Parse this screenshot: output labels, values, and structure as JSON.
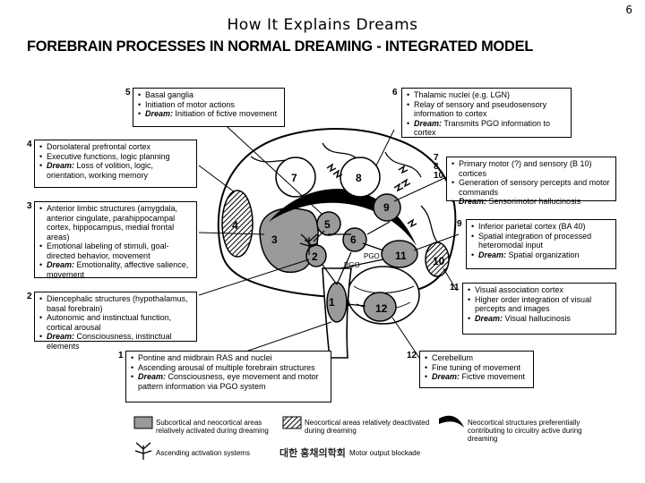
{
  "slide": {
    "title": "How It Explains Dreams",
    "page_number": "6"
  },
  "figure": {
    "title": "FOREBRAIN PROCESSES IN NORMAL DREAMING - INTEGRATED MODEL",
    "boxes": {
      "b5": {
        "num": "5",
        "items": [
          "Basal ganglia",
          "Initiation of motor actions",
          "Dream: Initiation of fictive movement"
        ]
      },
      "b6": {
        "num": "6",
        "items": [
          "Thalamic nuclei (e.g. LGN)",
          "Relay of sensory and pseudosensory information to cortex",
          "Dream: Transmits PGO information to cortex"
        ]
      },
      "b4": {
        "num": "4",
        "items": [
          "Dorsolateral prefrontal cortex",
          "Executive functions, logic planning",
          "Dream: Loss of volition, logic, orientation, working memory"
        ]
      },
      "b7": {
        "num": "7\n8\n10",
        "items": [
          "Primary motor (?) and sensory (B 10) cortices",
          "Generation of sensory percepts and motor commands",
          "Dream: Sensorimotor hallucinosis"
        ]
      },
      "b3": {
        "num": "3",
        "items": [
          "Anterior limbic structures (amygdala, anterior cingulate, parahippocampal cortex, hippocampus, medial frontal areas)",
          "Emotional labeling of stimuli, goal-directed behavior, movement",
          "Dream: Emotionality, affective salience, movement"
        ]
      },
      "b9": {
        "num": "9",
        "items": [
          "Inferior parietal cortex (BA 40)",
          "Spatial integration of processed heteromodal input",
          "Dream: Spatial organization"
        ]
      },
      "b2": {
        "num": "2",
        "items": [
          "Diencephalic structures (hypothalamus, basal forebrain)",
          "Autonomic and instinctual function, cortical arousal",
          "Dream: Consciousness, instinctual elements"
        ]
      },
      "b11": {
        "num": "11",
        "items": [
          "Visual association cortex",
          "Higher order integration of visual percepts and images",
          "Dream: Visual hallucinosis"
        ]
      },
      "b1": {
        "num": "1",
        "items": [
          "Pontine and midbrain RAS and nuclei",
          "Ascending arousal of multiple forebrain structures",
          "Dream: Consciousness, eye movement and motor pattern information via PGO system"
        ]
      },
      "b12": {
        "num": "12",
        "items": [
          "Cerebellum",
          "Fine tuning of movement",
          "Dream: Fictive movement"
        ]
      }
    },
    "brain_labels": [
      "1",
      "2",
      "3",
      "4",
      "5",
      "6",
      "7",
      "8",
      "9",
      "10",
      "11",
      "12"
    ],
    "pgo_labels": [
      "PGO",
      "PGO"
    ],
    "legend": {
      "grey": "Subcortical and neocortical areas relatively activated during dreaming",
      "hatched": "Neocortical areas relatively deactivated during dreaming",
      "arc": "Neocortical structures preferentially contributing to circuitry active during dreaming",
      "activation": "Ascending activation systems",
      "blockade": "Motor output blockade"
    },
    "watermark": "대한 홍채의학회"
  },
  "colors": {
    "activated": "#9a9a9a",
    "box_border": "#000000"
  }
}
